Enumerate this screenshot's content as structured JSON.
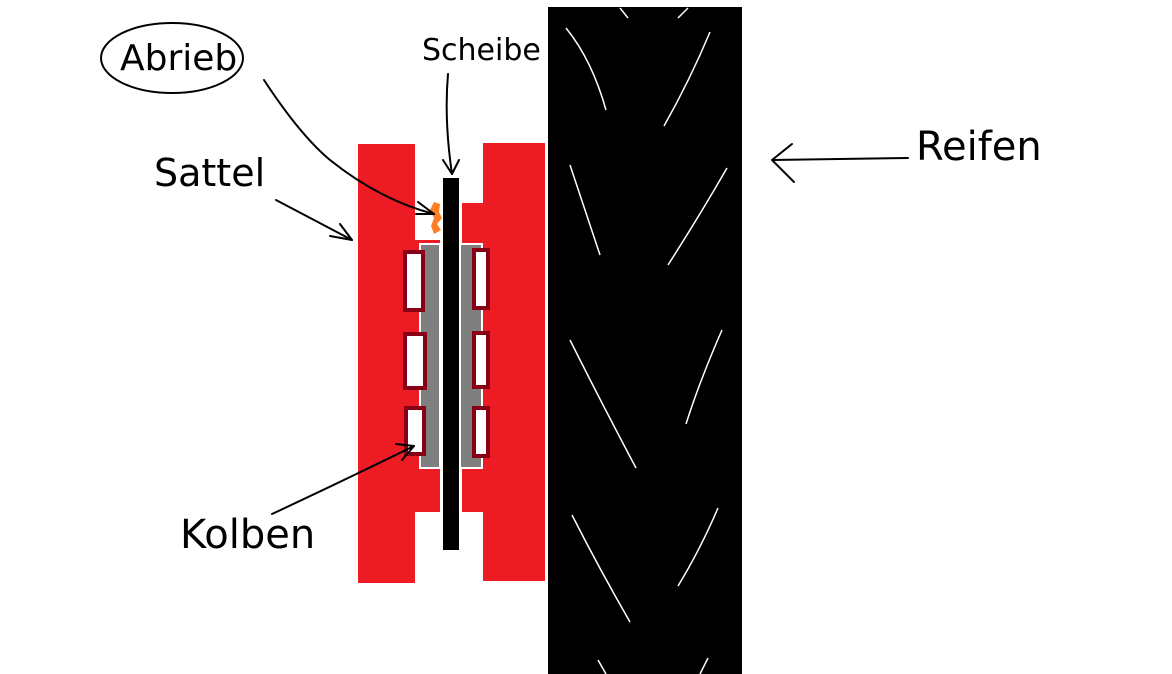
{
  "labels": {
    "abrieb": "Abrieb",
    "scheibe": "Scheibe",
    "sattel": "Sattel",
    "kolben": "Kolben",
    "reifen": "Reifen"
  },
  "colors": {
    "caliper": "#ed1c24",
    "piston_fill": "#ffffff",
    "piston_border": "#880015",
    "pad": "#7f7f7f",
    "disc": "#000000",
    "tire": "#000000",
    "tread": "#ffffff",
    "abrasion": "#ff7f27"
  }
}
